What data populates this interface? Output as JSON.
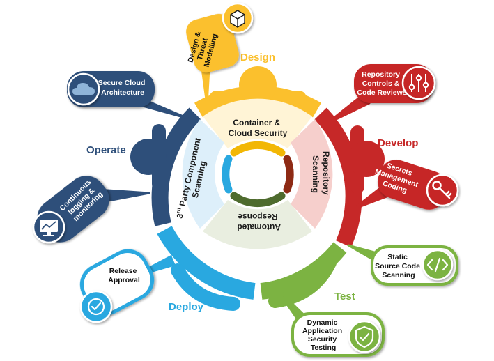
{
  "colors": {
    "design": "#FBC02D",
    "develop": "#C62828",
    "test": "#7CB342",
    "deploy": "#29A8E0",
    "operate": "#2E4F7A"
  },
  "phases": {
    "design": "Design",
    "develop": "Develop",
    "test": "Test",
    "deploy": "Deploy",
    "operate": "Operate"
  },
  "inner": {
    "top": [
      "Container &",
      "Cloud Security"
    ],
    "right": [
      "Repository",
      "Scanning"
    ],
    "bottom": [
      "Automated",
      "Response"
    ],
    "left_line1_pre": "3",
    "left_line1_sup": "rd",
    "left_line1_post": " Party Component",
    "left_line2": "Scanning"
  },
  "callouts": {
    "design_threat": [
      "Design &",
      "Threat",
      "Modelling"
    ],
    "repo_controls": [
      "Repository",
      "Controls &",
      "Code Reviews"
    ],
    "secrets": [
      "Secrets",
      "Management",
      "Coding"
    ],
    "static_scan": [
      "Static",
      "Source Code",
      "Scanning"
    ],
    "dast": [
      "Dynamic",
      "Application",
      "Security",
      "Testing"
    ],
    "release": [
      "Release",
      "Approval"
    ],
    "logging": [
      "Continuous",
      "logging &",
      "monitoring"
    ],
    "cloud_arch": [
      "Secure Cloud",
      "Architecture"
    ]
  },
  "icons": {
    "design_threat": "package-icon",
    "repo_controls": "sliders-icon",
    "secrets": "key-icon",
    "static_scan": "code-icon",
    "dast": "shield-check-icon",
    "release": "check-circle-icon",
    "logging": "monitor-chart-icon",
    "cloud_arch": "cloud-icon"
  }
}
